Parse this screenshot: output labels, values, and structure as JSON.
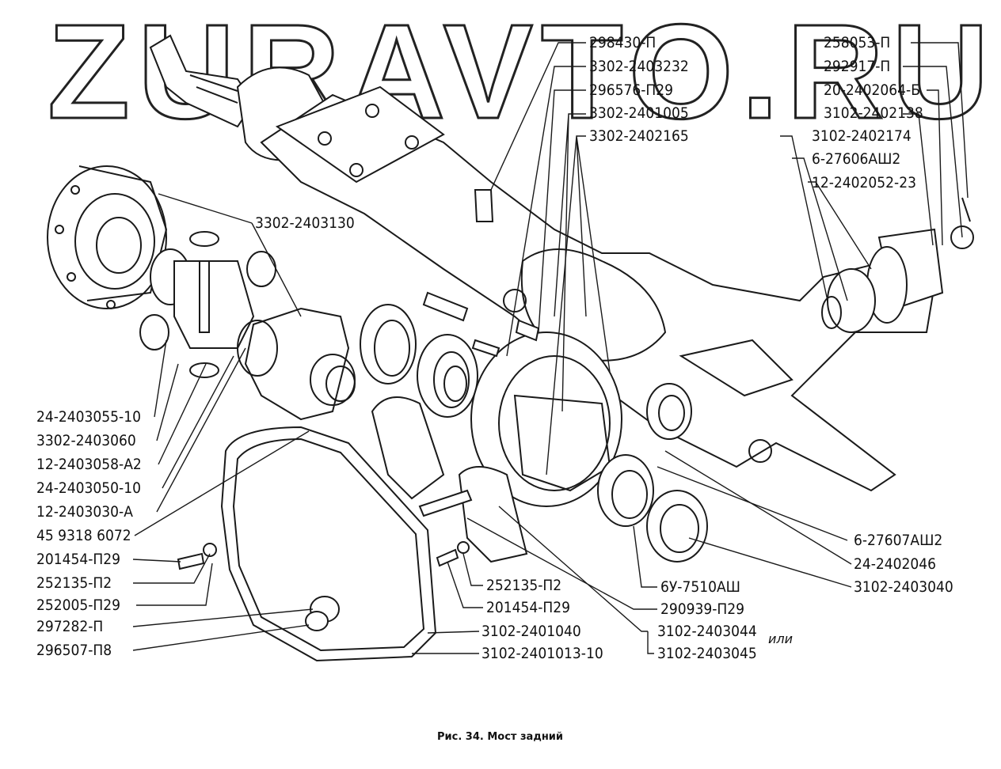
{
  "watermark": "ZURAVTO.RU",
  "caption": "Рис. 34. Мост задний",
  "ili": "или",
  "labels_top": [
    "298430-П",
    "3302-2403232",
    "296576-П29",
    "3302-2401005",
    "3302-2402165"
  ],
  "labels_right_top": [
    "258053-П",
    "292917-П",
    "20-2402064-Б",
    "3102-2402138",
    "3102-2402174",
    "6-27606АШ2",
    "12-2402052-23"
  ],
  "label_carrier": "3302-2403130",
  "labels_left": [
    "24-2403055-10",
    "3302-2403060",
    "12-2403058-А2",
    "24-2403050-10",
    "12-2403030-А",
    "45 9318 6072",
    "201454-П29",
    "252135-П2",
    "252005-П29",
    "297282-П",
    "296507-П8"
  ],
  "labels_bottom_mid": [
    "252135-П2",
    "201454-П29",
    "3102-2401040",
    "3102-2401013-10"
  ],
  "labels_bottom_right": [
    "6-27607АШ2",
    "24-2402046",
    "3102-2403040",
    "6У-7510АШ",
    "290939-П29",
    "3102-2403044",
    "3102-2403045"
  ]
}
